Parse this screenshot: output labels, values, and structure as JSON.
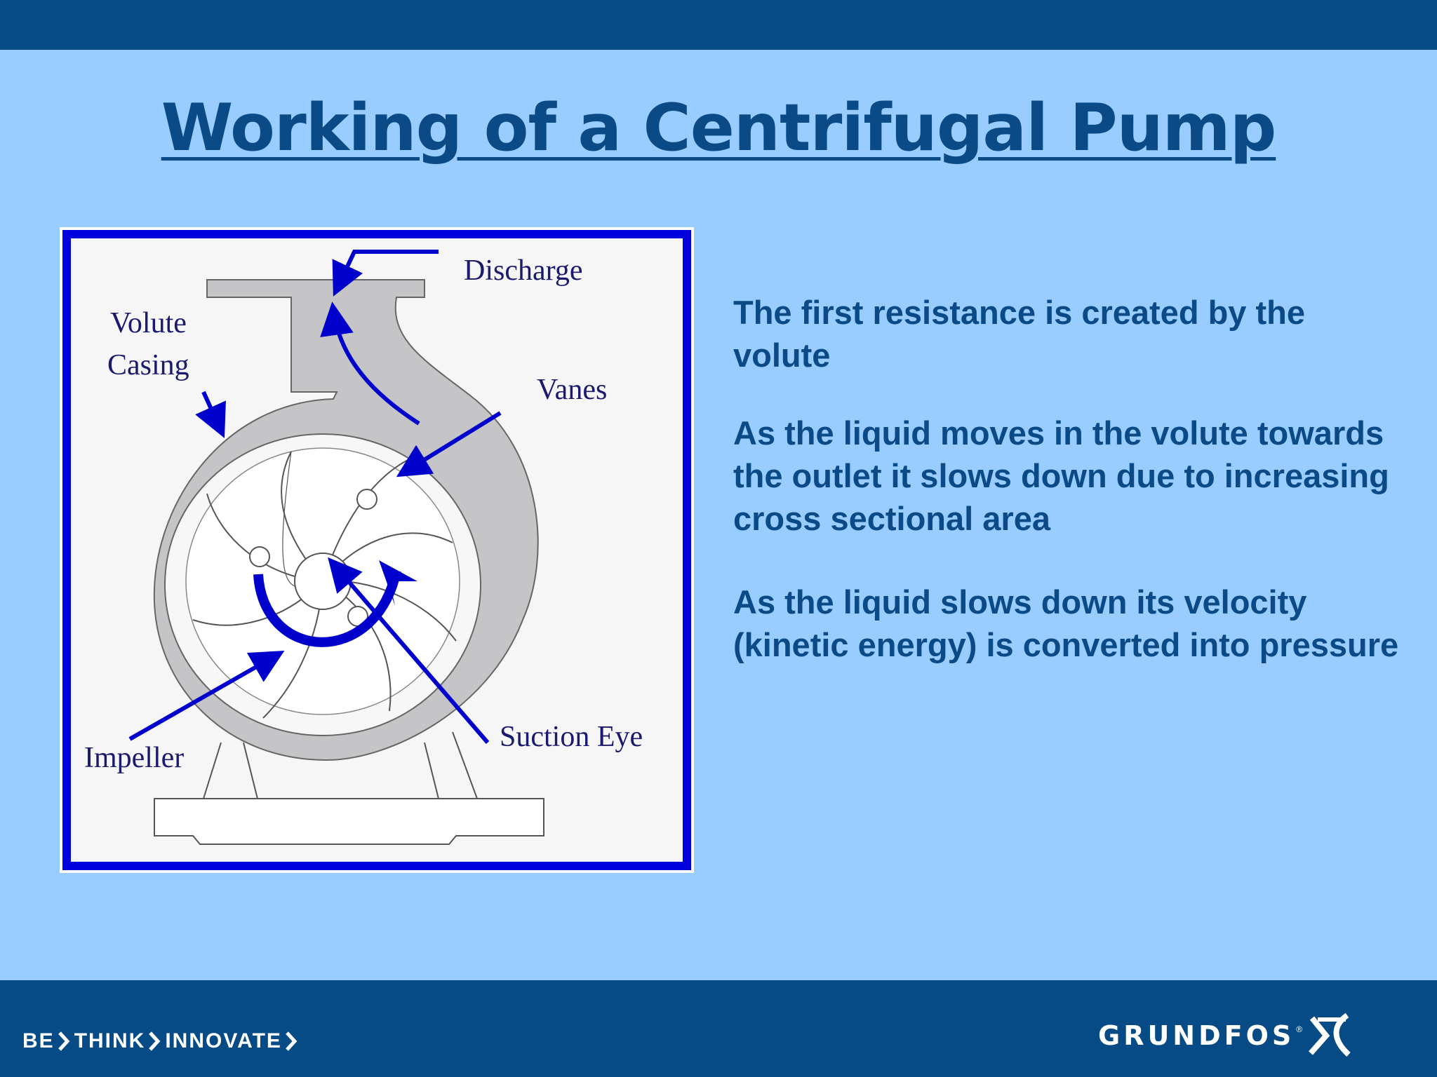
{
  "title": "Working of a Centrifugal Pump",
  "diagram": {
    "labels": {
      "discharge": "Discharge",
      "volute_line1": "Volute",
      "volute_line2": "Casing",
      "vanes": "Vanes",
      "impeller": "Impeller",
      "suction_eye": "Suction Eye"
    }
  },
  "paragraphs": [
    "The first resistance is created by the volute",
    "As the liquid moves in the volute towards the outlet it slows down due to increasing cross sectional area",
    "As the liquid slows down its velocity (kinetic energy) is converted into pressure"
  ],
  "footer": {
    "tagline": [
      "BE",
      "THINK",
      "INNOVATE"
    ],
    "logo_text": "GRUNDFOS",
    "logo_mark": "®"
  },
  "colors": {
    "header_footer": "#064b86",
    "background": "#99ccff",
    "text": "#0a4a86",
    "diagram_border": "#0000cc"
  },
  "icons": [
    "chevron-right-icon",
    "grundfos-logo-icon"
  ]
}
